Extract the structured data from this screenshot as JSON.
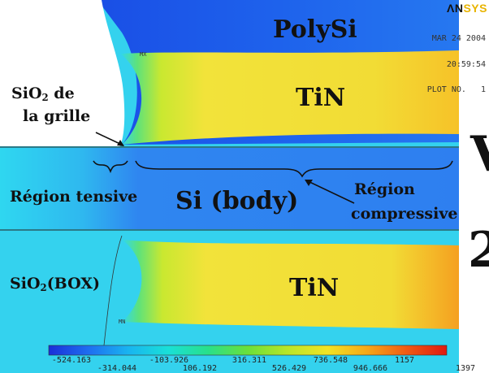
{
  "header": {
    "logo_a": "ΛN",
    "logo_b": "SYS",
    "date": "MAR 24 2004",
    "time": "20:59:54",
    "plot_no": "PLOT NO.   1"
  },
  "regions": {
    "polysi": "PolySi",
    "tin_top": "TiN",
    "tin_bottom": "TiN",
    "si_body": "Si (body)"
  },
  "labels": {
    "sio2_gate_main": "SiO",
    "sio2_gate_sub": "2",
    "sio2_gate_suffix": " de",
    "sio2_gate_line2": "la grille",
    "tensile_region": "Région tensive",
    "compressive_line1": "Région",
    "compressive_line2": "compressive",
    "sio2_box_main": "SiO",
    "sio2_box_sub": "2",
    "sio2_box_suffix": "(BOX)",
    "mx_marker": "MX",
    "mn_marker": "MN"
  },
  "colorbar": {
    "upper_ticks": [
      "-524.163",
      "-103.926",
      "316.311",
      "736.548",
      "1157"
    ],
    "lower_ticks": [
      "-314.044",
      "106.192",
      "526.429",
      "946.666",
      "1397"
    ],
    "colors": [
      "#1a2fd8",
      "#1e6ef0",
      "#19b4f0",
      "#19e0d8",
      "#28e08a",
      "#6ae03a",
      "#b8e628",
      "#f2e424",
      "#f5a818",
      "#ef5a14",
      "#e01a10"
    ]
  },
  "side_glyphs": [
    "V",
    "2"
  ],
  "colors": {
    "blue_dark": "#1a4fe6",
    "blue_mid": "#2f86f0",
    "cyan": "#2fd7f0",
    "green": "#4ee08a",
    "yellow": "#f2e33a",
    "orange": "#f5a020"
  }
}
